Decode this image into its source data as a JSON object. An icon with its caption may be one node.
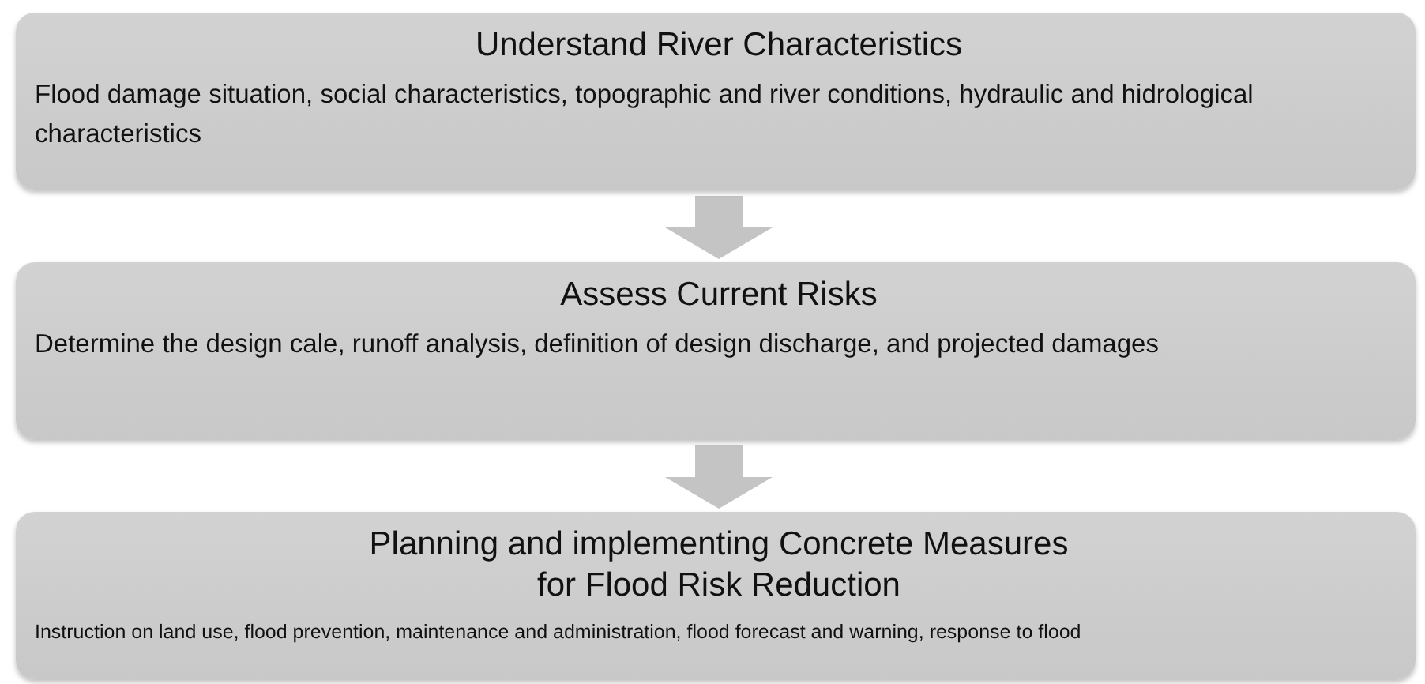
{
  "diagram": {
    "nodes": [
      {
        "text": [
          "Understand River Characteristics",
          "Flood damage situation, social characteristics, topographic and river conditions, hydraulic and hidrological characteristics"
        ]
      },
      {
        "text": [
          "Assess Current Risks",
          "Determine the design cale, runoff analysis, definition of design discharge, and projected damages"
        ]
      },
      {
        "text": [
          "Planning and implementing Concrete Measures for Flood Risk Reduction",
          "Instruction on land use, flood prevention, maintenance and administration, flood forecast and warning, response to flood"
        ]
      }
    ],
    "edges": [
      {
        "from": 0,
        "to": 1,
        "arrow": "to"
      },
      {
        "from": 1,
        "to": 2,
        "arrow": "to"
      }
    ]
  }
}
